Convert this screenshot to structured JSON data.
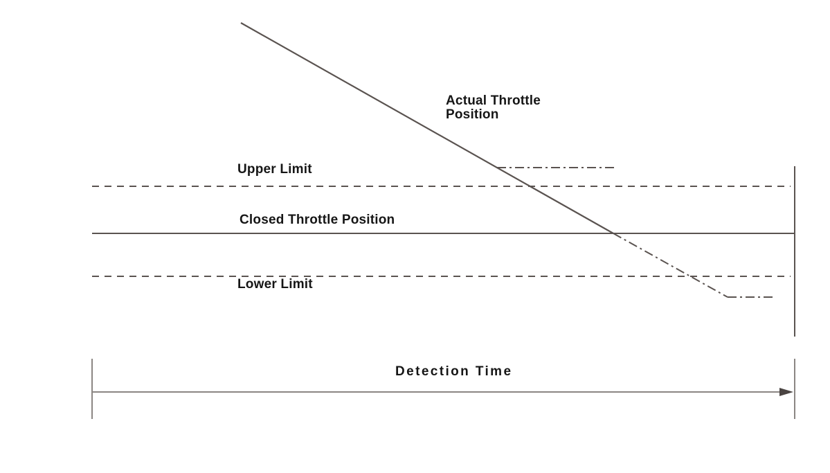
{
  "diagram": {
    "description": "Closed throttle position learning diagram",
    "labels": {
      "actual_throttle": "Actual Throttle Position",
      "upper_limit": "Upper Limit",
      "closed_throttle": "Closed Throttle Position",
      "lower_limit": "Lower Limit",
      "detection_time": "Detection Time"
    },
    "lines": [
      {
        "name": "actual-throttle-trace",
        "style": "solid-diagonal-then-dash-dot"
      },
      {
        "name": "learned-value-upper-segment",
        "style": "dash-dot-horizontal"
      },
      {
        "name": "upper-limit-line",
        "style": "dashed-horizontal"
      },
      {
        "name": "closed-throttle-position-line",
        "style": "solid-horizontal"
      },
      {
        "name": "lower-limit-line",
        "style": "dashed-horizontal"
      },
      {
        "name": "learned-value-lower-segment",
        "style": "dash-dot-horizontal"
      },
      {
        "name": "detection-time-axis",
        "style": "solid-arrow-right"
      }
    ],
    "colors": {
      "background": "#ffffff",
      "line": "#5a5350",
      "axis": "#8b8683",
      "arrow": "#4a4442",
      "text": "#161616"
    }
  }
}
